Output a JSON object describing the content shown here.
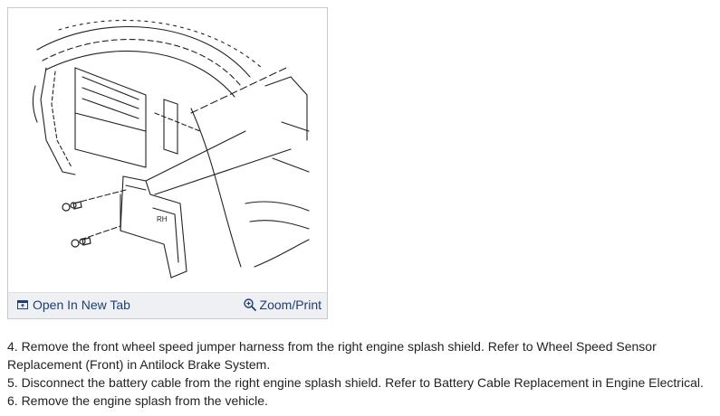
{
  "figure": {
    "diagram_labels": {
      "side_marker": "RH"
    },
    "toolbar": {
      "open_label": "Open In New Tab",
      "zoom_label": "Zoom/Print"
    }
  },
  "steps": [
    {
      "text": " 4. Remove the front wheel speed jumper harness from the right engine splash shield. Refer to Wheel Speed Sensor Replacement (Front) in Antilock Brake System."
    },
    {
      "text": " 5. Disconnect the battery cable from the right engine splash shield. Refer to Battery Cable Replacement in Engine Electrical."
    },
    {
      "text": " 6. Remove the engine splash from the vehicle."
    }
  ],
  "colors": {
    "link": "#1f3f6d",
    "bar_bg": "#eef0f3",
    "frame_border": "#c9c9c9"
  }
}
